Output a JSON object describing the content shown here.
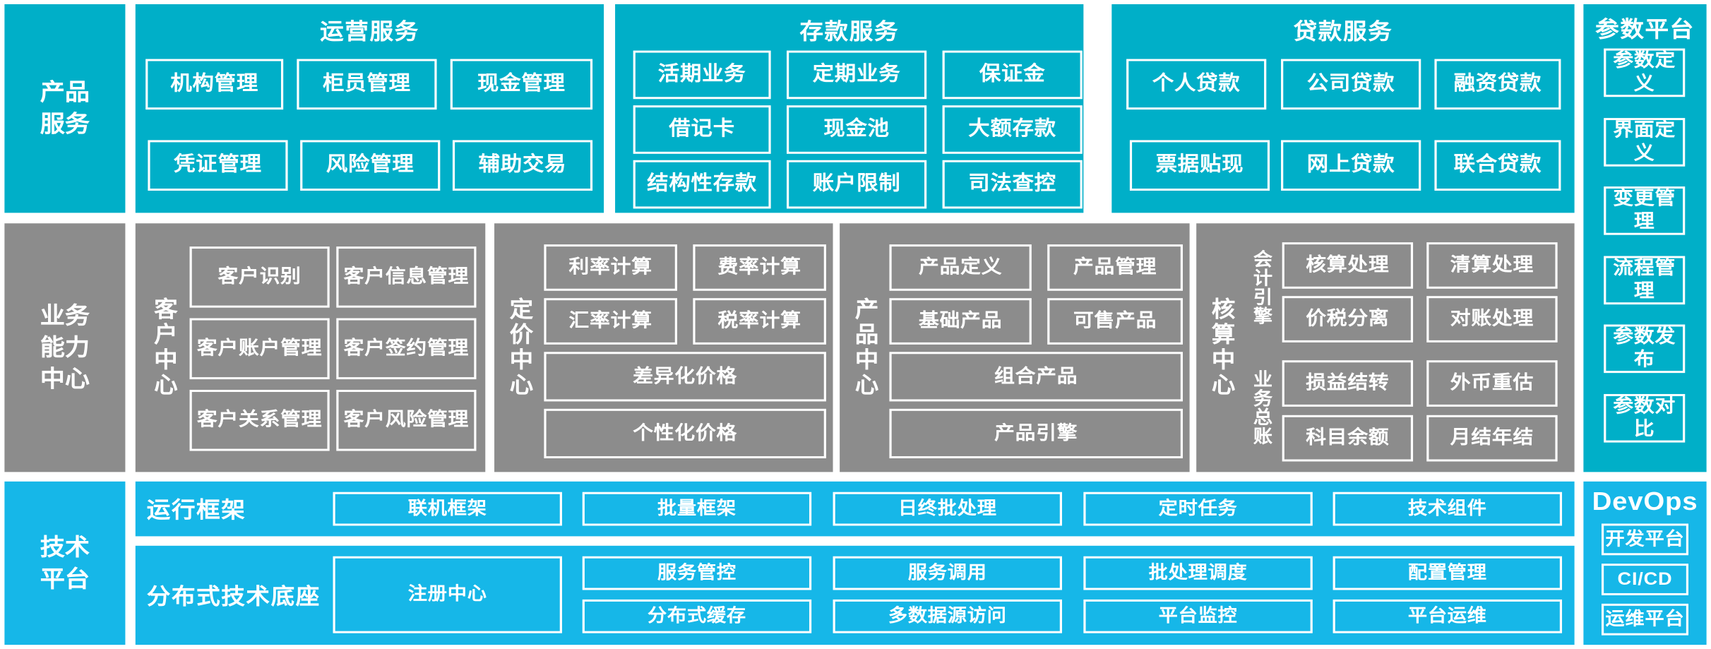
{
  "colors": {
    "service_cyan": "#00AFC8",
    "platform_cyan": "#16B7E8",
    "capability_gray": "#8C8C8C",
    "border_white": "#FFFFFF",
    "background": "#FFFFFF"
  },
  "layers": {
    "product_service": {
      "spine_label": "产品\n服务",
      "groups": [
        {
          "title": "运营服务",
          "tiles": [
            "机构管理",
            "柜员管理",
            "现金管理",
            "凭证管理",
            "风险管理",
            "辅助交易"
          ]
        },
        {
          "title": "存款服务",
          "tiles": [
            "活期业务",
            "定期业务",
            "保证金",
            "借记卡",
            "现金池",
            "大额存款",
            "结构性存款",
            "账户限制",
            "司法查控"
          ]
        },
        {
          "title": "贷款服务",
          "tiles": [
            "个人贷款",
            "公司贷款",
            "融资贷款",
            "票据贴现",
            "网上贷款",
            "联合贷款"
          ]
        }
      ]
    },
    "business_capability": {
      "spine_label": "业务\n能力\n中心",
      "centers": [
        {
          "vlabel": "客户中心",
          "tiles": [
            "客户识别",
            "客户信息管理",
            "客户账户管理",
            "客户签约管理",
            "客户关系管理",
            "客户风险管理"
          ]
        },
        {
          "vlabel": "定价中心",
          "tiles": [
            "利率计算",
            "费率计算",
            "汇率计算",
            "税率计算"
          ],
          "wide_tiles": [
            "差异化价格",
            "个性化价格"
          ]
        },
        {
          "vlabel": "产品中心",
          "tiles": [
            "产品定义",
            "产品管理",
            "基础产品",
            "可售产品"
          ],
          "wide_tiles": [
            "组合产品",
            "产品引擎"
          ]
        },
        {
          "vlabel": "核算中心",
          "sub_labels": [
            "会计引擎",
            "业务总账"
          ],
          "accounting_engine_tiles": [
            "核算处理",
            "清算处理",
            "价税分离",
            "对账处理"
          ],
          "general_ledger_tiles": [
            "损益结转",
            "外币重估",
            "科目余额",
            "月结年结"
          ]
        }
      ]
    },
    "technical_platform": {
      "spine_label": "技术\n平台",
      "rows": [
        {
          "label": "运行框架",
          "tiles": [
            "联机框架",
            "批量框架",
            "日终批处理",
            "定时任务",
            "技术组件"
          ]
        },
        {
          "label": "分布式技术底座",
          "anchor_tile": "注册中心",
          "tiles_top": [
            "服务管控",
            "服务调用",
            "批处理调度",
            "配置管理"
          ],
          "tiles_bottom": [
            "分布式缓存",
            "多数据源访问",
            "平台监控",
            "平台运维"
          ]
        }
      ]
    }
  },
  "right_column": {
    "parameter_platform": {
      "title": "参数平台",
      "tiles": [
        "参数定义",
        "界面定义",
        "变更管理",
        "流程管理",
        "参数发布",
        "参数对比"
      ]
    },
    "devops": {
      "title": "DevOps",
      "tiles": [
        "开发平台",
        "CI/CD",
        "运维平台"
      ]
    }
  }
}
